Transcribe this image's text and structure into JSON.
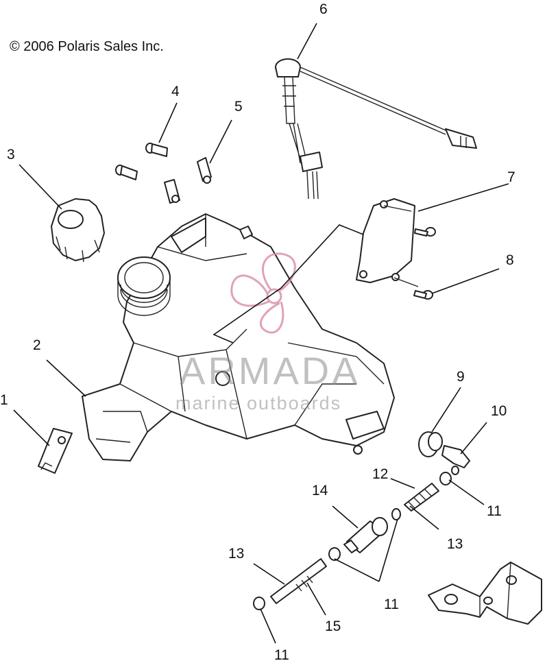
{
  "copyright": "© 2006 Polaris Sales Inc.",
  "watermark": {
    "brand": "ARMADA",
    "tagline": "marine outboards",
    "color": "#d98aa8"
  },
  "callouts": [
    {
      "id": "1",
      "text": "1"
    },
    {
      "id": "2",
      "text": "2"
    },
    {
      "id": "3",
      "text": "3"
    },
    {
      "id": "4",
      "text": "4"
    },
    {
      "id": "5",
      "text": "5"
    },
    {
      "id": "6",
      "text": "6"
    },
    {
      "id": "7",
      "text": "7"
    },
    {
      "id": "8",
      "text": "8"
    },
    {
      "id": "9",
      "text": "9"
    },
    {
      "id": "10",
      "text": "10"
    },
    {
      "id": "11a",
      "text": "11"
    },
    {
      "id": "12",
      "text": "12"
    },
    {
      "id": "13a",
      "text": "13"
    },
    {
      "id": "14",
      "text": "14"
    },
    {
      "id": "11b",
      "text": "11"
    },
    {
      "id": "13b",
      "text": "13"
    },
    {
      "id": "15",
      "text": "15"
    },
    {
      "id": "11c",
      "text": "11"
    }
  ]
}
